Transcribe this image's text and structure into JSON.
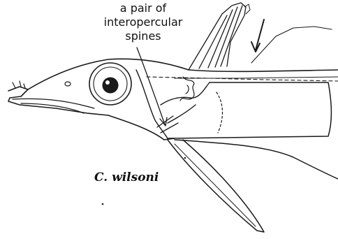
{
  "annotation": {
    "lines": [
      "a pair of",
      "interopercular",
      "spines"
    ]
  },
  "species_label": "C.  wilsoni",
  "colors": {
    "ink": "#1a1a1a",
    "background": "#ffffff"
  }
}
